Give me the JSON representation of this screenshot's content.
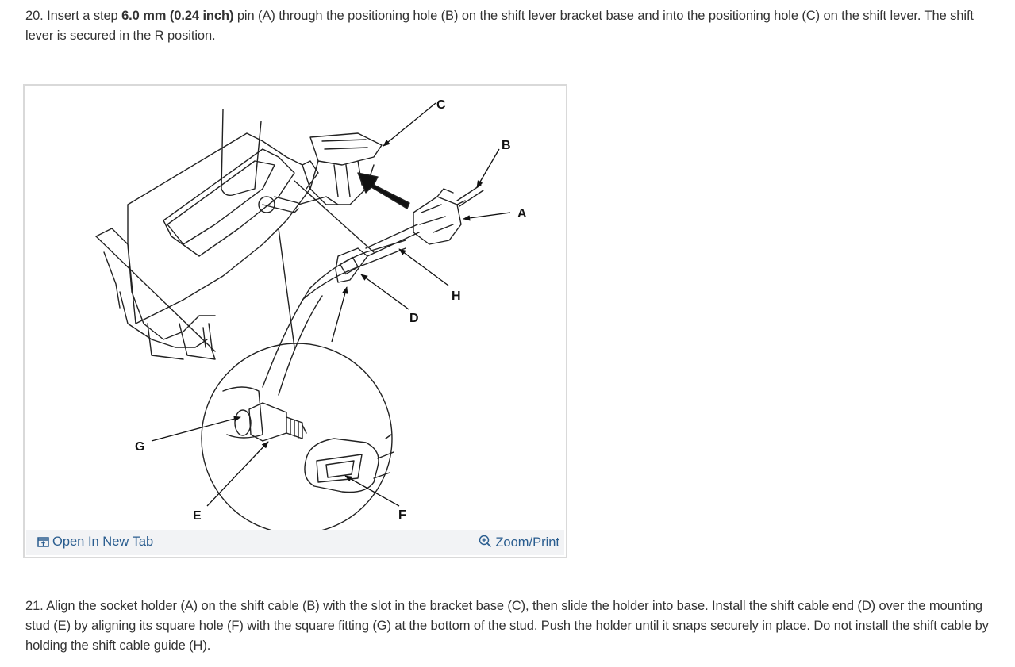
{
  "step20": {
    "before": "20. Insert a step ",
    "bold": "6.0 mm (0.24 inch)",
    "after": " pin (A) through the positioning hole (B) on the shift lever bracket base and into the positioning hole (C) on the shift lever. The shift lever is secured in the R position."
  },
  "figure": {
    "labels": {
      "A": "A",
      "B": "B",
      "C": "C",
      "D": "D",
      "E": "E",
      "F": "F",
      "G": "G",
      "H": "H"
    },
    "open_tab": "Open In New Tab",
    "zoom_print": "Zoom/Print"
  },
  "step21": {
    "text": "21. Align the socket holder (A) on the shift cable (B) with the slot in the bracket base (C), then slide the holder into base. Install the shift cable end (D) over the mounting stud (E) by aligning its square hole (F) with the square fitting (G) at the bottom of the stud. Push the holder until it snaps securely in place. Do not install the shift cable by holding the shift cable guide (H)."
  }
}
